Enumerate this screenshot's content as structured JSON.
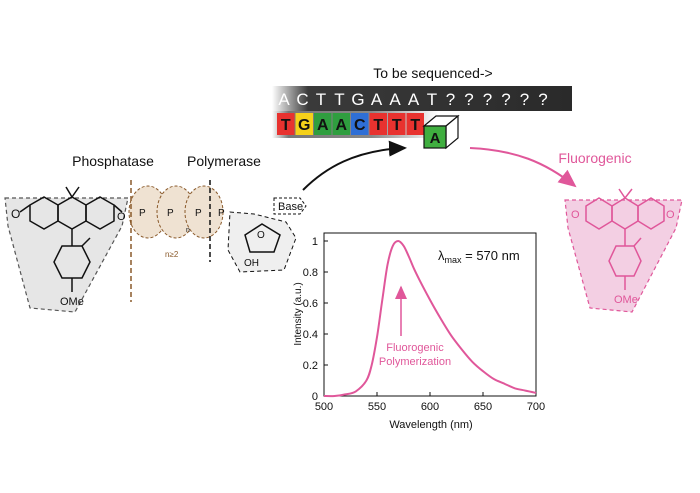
{
  "header": {
    "sequence_label": "To be sequenced->"
  },
  "template_strand": {
    "letters": [
      "A",
      "C",
      "T",
      "T",
      "G",
      "A",
      "A",
      "A",
      "T",
      "?",
      "?",
      "?",
      "?",
      "?",
      "?"
    ]
  },
  "synthesized_strand": {
    "letters": [
      "T",
      "G",
      "A",
      "A",
      "C",
      "T",
      "T",
      "T"
    ],
    "colors": [
      "#e8322f",
      "#f5d11a",
      "#2f9e3f",
      "#2f9e3f",
      "#2f6fd6",
      "#e8322f",
      "#e8322f",
      "#e8322f"
    ]
  },
  "incoming_base": {
    "letter": "A",
    "color": "#3fae3f"
  },
  "labels": {
    "phosphatase": "Phosphatase",
    "polymerase": "Polymerase",
    "fluorogenic": "Fluorogenic",
    "base": "Base",
    "ome_left": "OMe",
    "ome_right": "OMe",
    "n_label": "n≥2",
    "n_sub": "n",
    "oh": "OH",
    "annotation_line1": "Fluorogenic",
    "annotation_line2": "Polymerization",
    "lambda_symbol": "λ",
    "lambda_sub": "max",
    "lambda_value": " = 570 nm"
  },
  "colors": {
    "accent": "#e0579a",
    "brown": "#8a5a2b",
    "gray_fill": "#e6e6e6"
  },
  "chart_data": {
    "type": "line",
    "title": "",
    "xlabel": "Wavelength (nm)",
    "ylabel": "Intensity (a.u.)",
    "xlim": [
      500,
      700
    ],
    "ylim": [
      0,
      1
    ],
    "x_ticks": [
      500,
      550,
      600,
      650,
      700
    ],
    "y_ticks": [
      0,
      0.2,
      0.4,
      0.6,
      0.8,
      1
    ],
    "y_tick_labels": [
      "0",
      "0.2",
      "0.4",
      "0.6",
      "0.8",
      "1"
    ],
    "x": [
      500,
      510,
      520,
      530,
      540,
      545,
      550,
      555,
      560,
      565,
      570,
      575,
      580,
      585,
      590,
      600,
      610,
      620,
      630,
      640,
      650,
      660,
      670,
      680,
      690,
      700
    ],
    "y": [
      0,
      0,
      0.01,
      0.03,
      0.1,
      0.2,
      0.38,
      0.62,
      0.85,
      0.97,
      1.0,
      0.97,
      0.9,
      0.82,
      0.75,
      0.62,
      0.5,
      0.39,
      0.3,
      0.22,
      0.16,
      0.11,
      0.08,
      0.05,
      0.035,
      0.02
    ],
    "series": [
      {
        "values": "y",
        "color": "#e0579a"
      }
    ]
  }
}
